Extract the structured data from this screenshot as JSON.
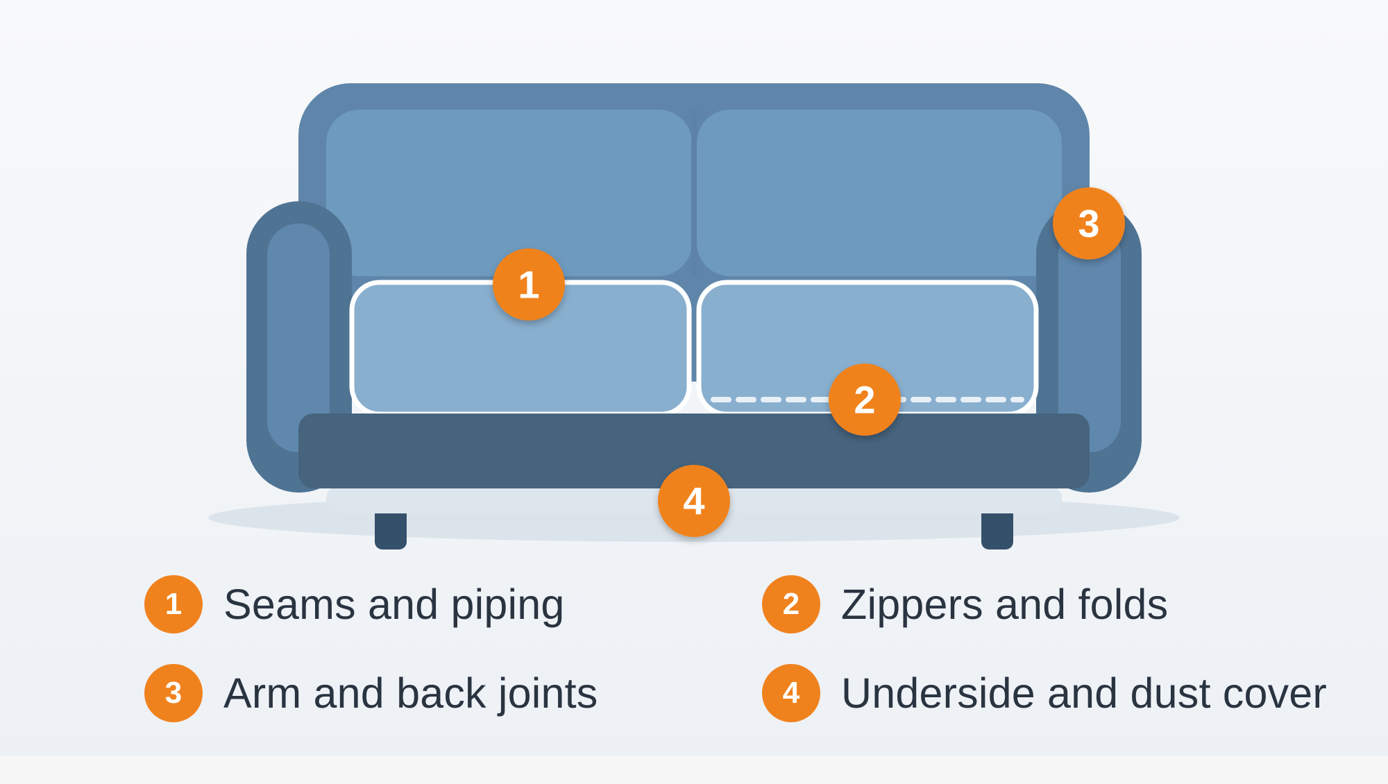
{
  "diagram": {
    "subject": "sofa",
    "colors": {
      "accent": "#f0821e",
      "sofa_back": "#5f86aa",
      "sofa_back_inner": "#6e9abe",
      "cushion": "#89afcf",
      "base": "#46647e",
      "arm": "#4f7393",
      "arm_inner": "#6088ad",
      "legs": "#34506b",
      "text": "#2a3441"
    },
    "markers": [
      {
        "number": "1"
      },
      {
        "number": "2"
      },
      {
        "number": "3"
      },
      {
        "number": "4"
      }
    ]
  },
  "legend": [
    {
      "number": "1",
      "label": "Seams and piping"
    },
    {
      "number": "2",
      "label": "Zippers and folds"
    },
    {
      "number": "3",
      "label": "Arm and back joints"
    },
    {
      "number": "4",
      "label": "Underside and dust cover"
    }
  ]
}
